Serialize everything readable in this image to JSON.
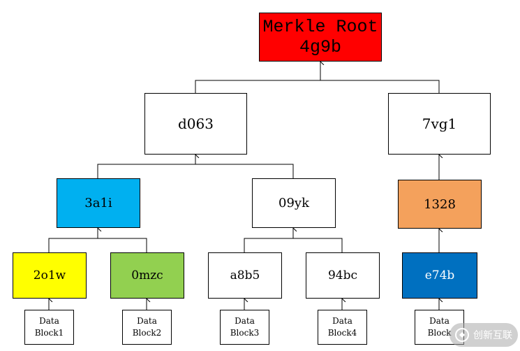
{
  "root": {
    "line1": "Merkle Root",
    "line2": "4g9b",
    "color": "#ff0000"
  },
  "level1": [
    {
      "label": "d063",
      "color": "#ffffff"
    },
    {
      "label": "7vg1",
      "color": "#ffffff"
    }
  ],
  "level2": [
    {
      "label": "3a1i",
      "color": "#00b0f0"
    },
    {
      "label": "09yk",
      "color": "#ffffff"
    },
    {
      "label": "1328",
      "color": "#f4a15c"
    }
  ],
  "level3": [
    {
      "label": "2o1w",
      "color": "#ffff00"
    },
    {
      "label": "0mzc",
      "color": "#92d050"
    },
    {
      "label": "a8b5",
      "color": "#ffffff"
    },
    {
      "label": "94bc",
      "color": "#ffffff"
    },
    {
      "label": "e74b",
      "color": "#0070c0"
    }
  ],
  "data_blocks": [
    {
      "line1": "Data",
      "line2": "Block1"
    },
    {
      "line1": "Data",
      "line2": "Block2"
    },
    {
      "line1": "Data",
      "line2": "Block3"
    },
    {
      "line1": "Data",
      "line2": "Block4"
    },
    {
      "line1": "Data",
      "line2": "Block"
    }
  ],
  "watermark": {
    "text": "创新互联",
    "icon": "brand-logo-icon"
  }
}
